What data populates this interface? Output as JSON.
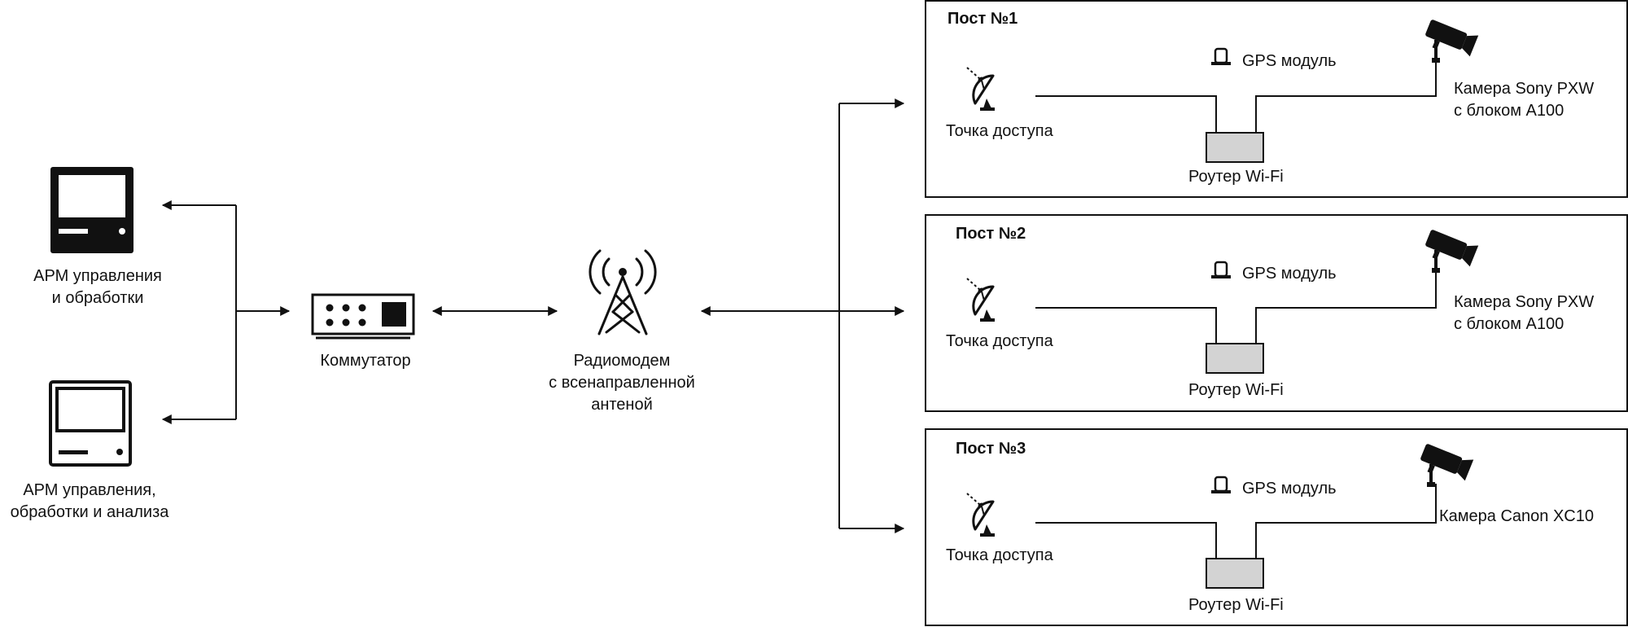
{
  "workstations": [
    {
      "label_line1": "АРМ управления",
      "label_line2": "и обработки"
    },
    {
      "label_line1": "АРМ управления,",
      "label_line2": "обработки и анализа"
    }
  ],
  "switch": {
    "label": "Коммутатор"
  },
  "radiomodem": {
    "label_line1": "Радиомодем",
    "label_line2": "с всенаправленной",
    "label_line3": "антеной"
  },
  "posts": [
    {
      "title": "Пост №1",
      "access_point": "Точка доступа",
      "gps": "GPS модуль",
      "router": "Роутер Wi-Fi",
      "camera_line1": "Камера Sony PXW",
      "camera_line2": "с блоком A100"
    },
    {
      "title": "Пост №2",
      "access_point": "Точка доступа",
      "gps": "GPS модуль",
      "router": "Роутер Wi-Fi",
      "camera_line1": "Камера Sony PXW",
      "camera_line2": "с блоком A100"
    },
    {
      "title": "Пост №3",
      "access_point": "Точка доступа",
      "gps": "GPS модуль",
      "router": "Роутер Wi-Fi",
      "camera_line1": "Камера Canon XC10",
      "camera_line2": ""
    }
  ]
}
